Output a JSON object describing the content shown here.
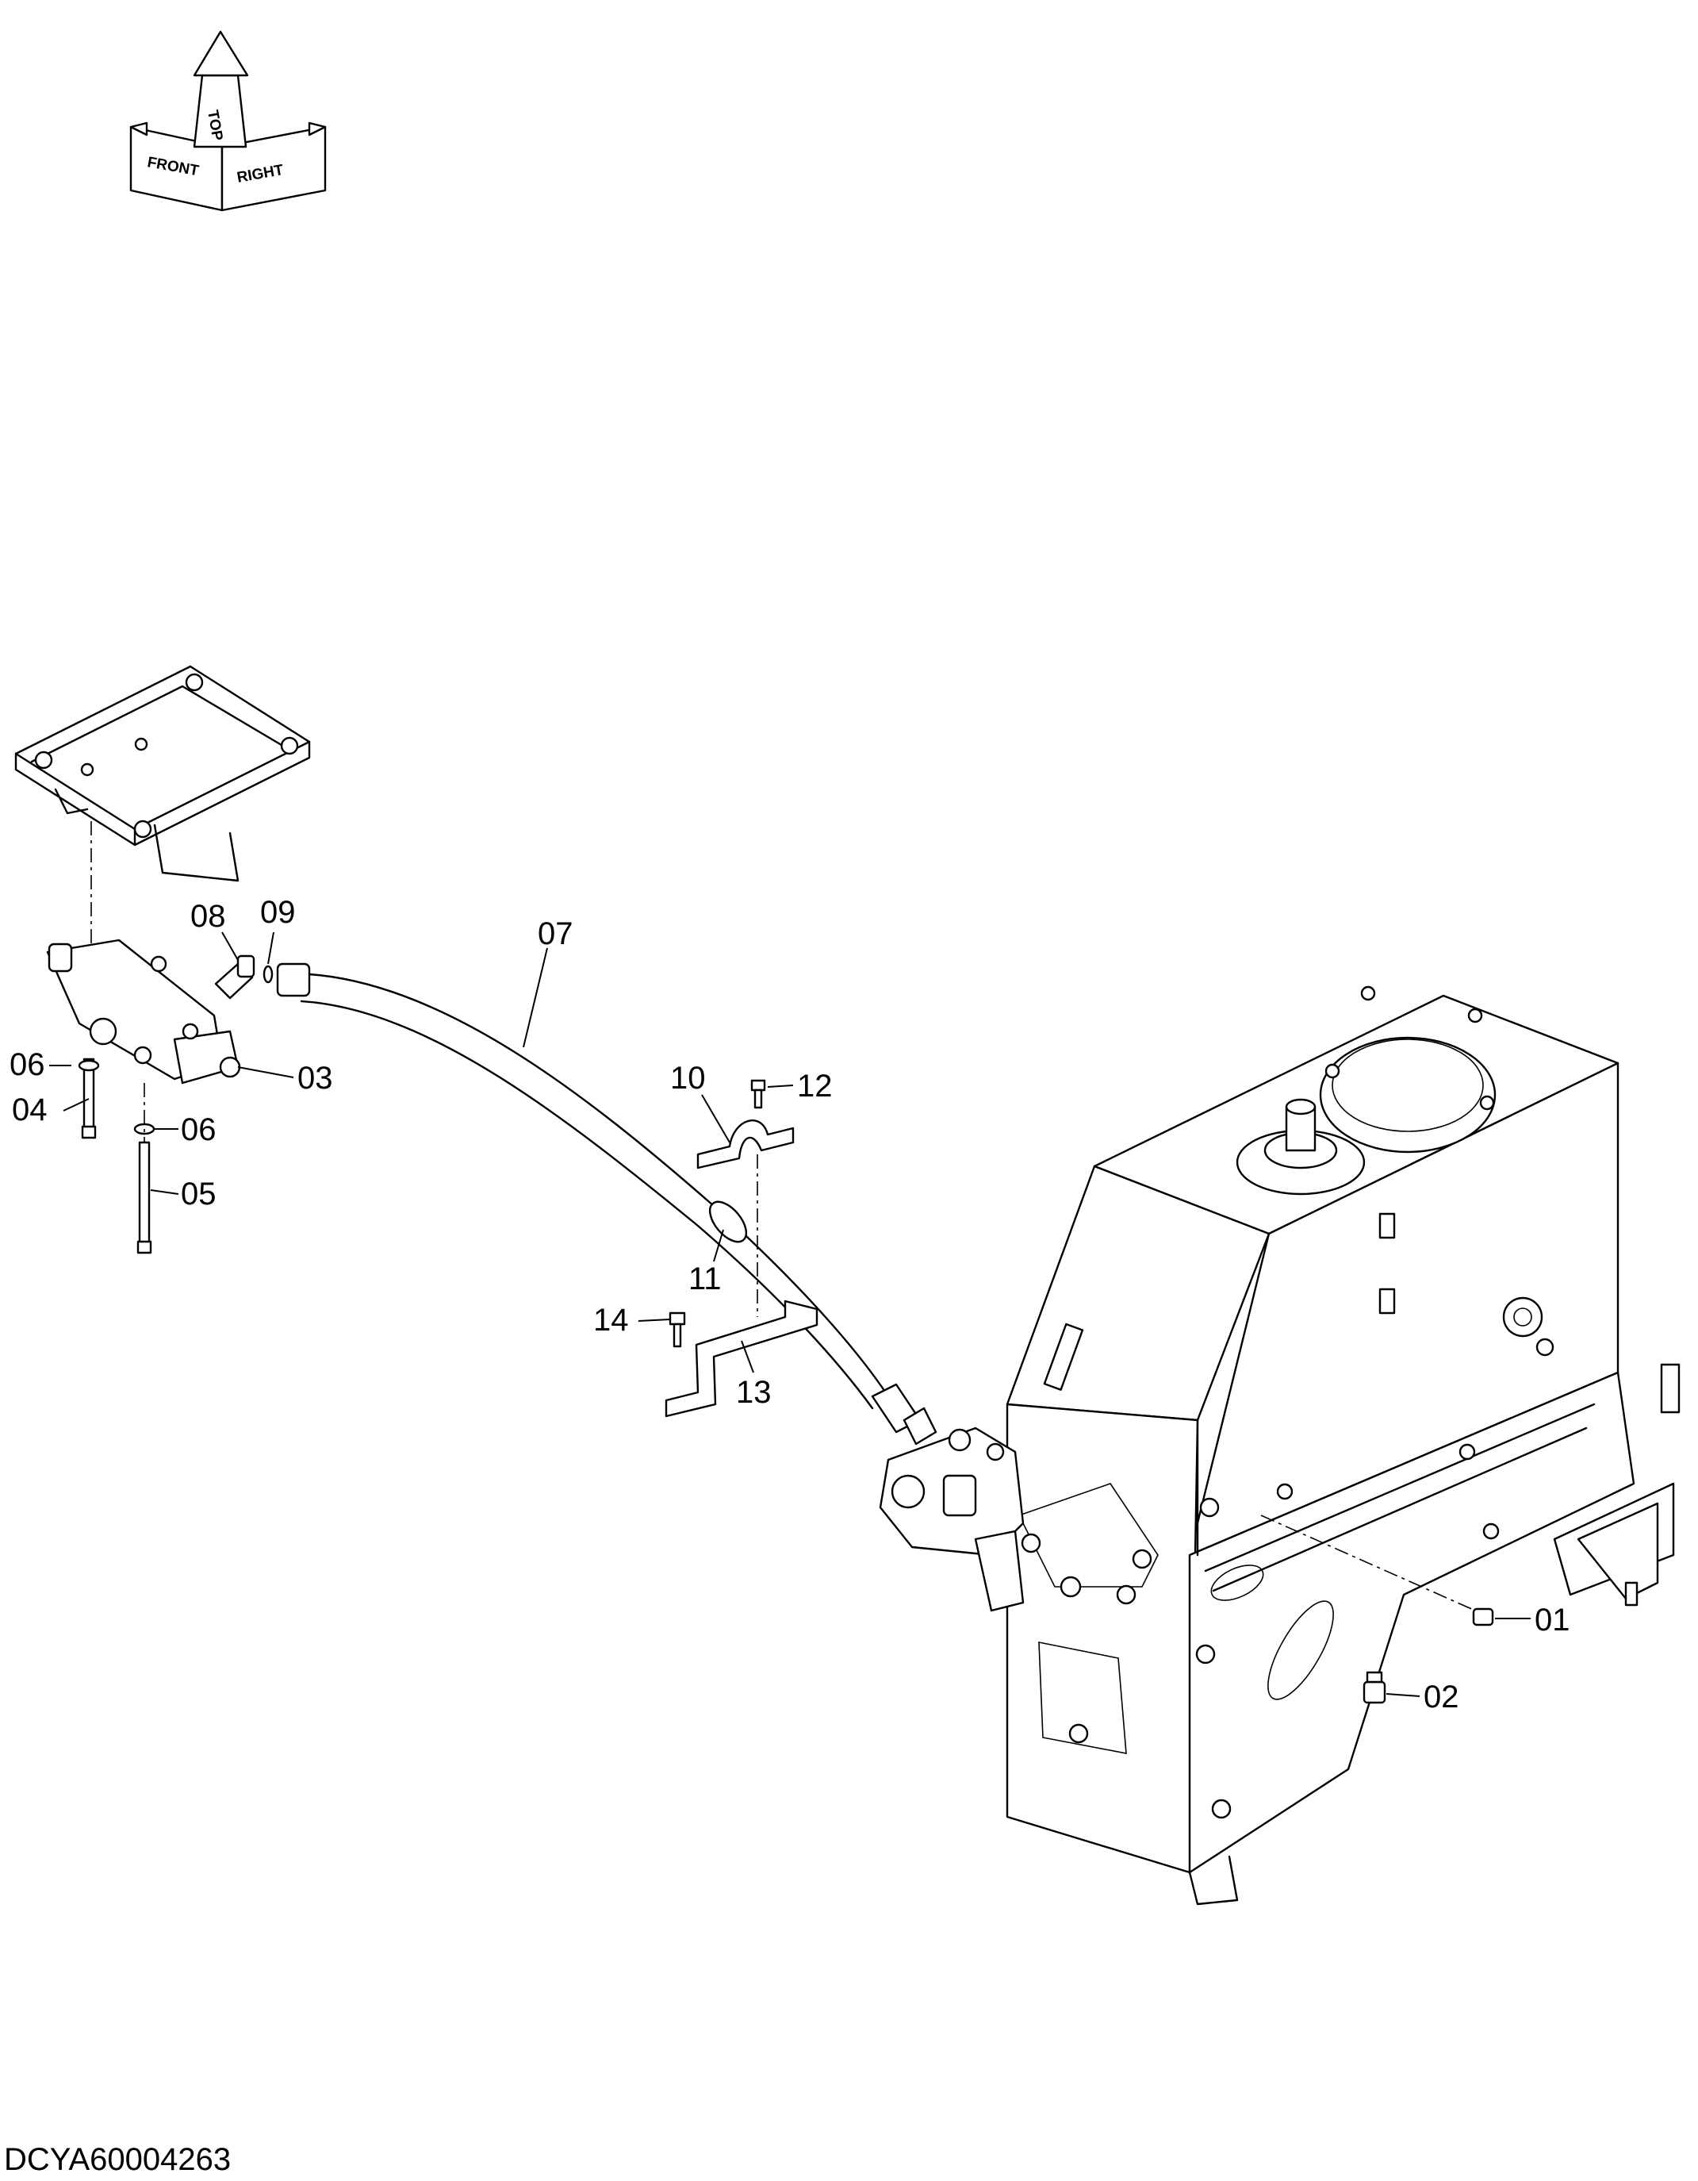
{
  "drawing_id": "DCYA60004263",
  "orientation": {
    "front": "FRONT",
    "top": "TOP",
    "right": "RIGHT"
  },
  "callouts": [
    "01",
    "02",
    "03",
    "04",
    "05",
    "06",
    "06",
    "07",
    "08",
    "09",
    "10",
    "11",
    "12",
    "13",
    "14"
  ]
}
